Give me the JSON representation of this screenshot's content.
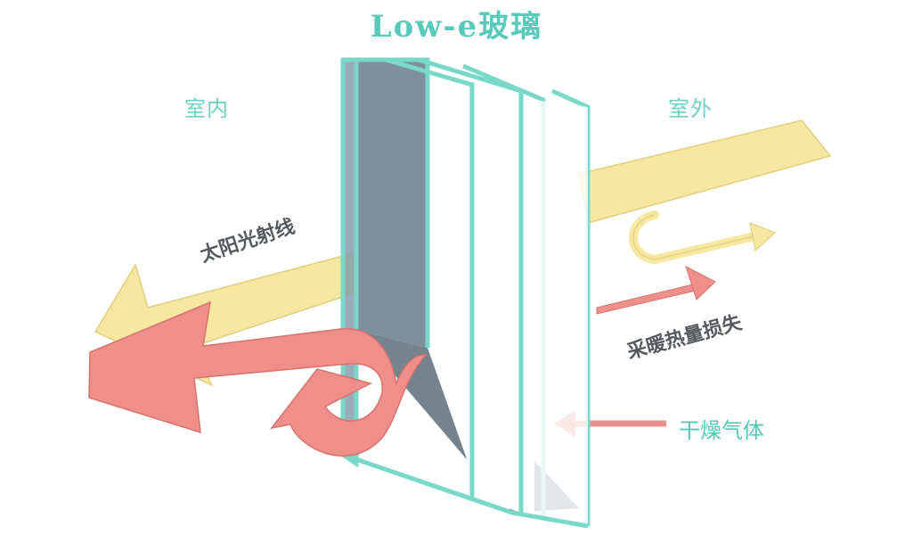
{
  "title": "Low-e玻璃",
  "labels": {
    "inside": "室内",
    "outside": "室外"
  },
  "annotations": {
    "solar": "太阳光射线",
    "heat_loss": "采暖热量损失",
    "dry_gas": "干燥气体"
  },
  "colors": {
    "teal": "#59c9bb",
    "glass_edge": "#79d9c8",
    "spacer": "#7f8f9c",
    "yellow_arrow": "#f7e7a0",
    "red_arrow": "#ee8f8b",
    "text_dark": "#555a5d"
  }
}
